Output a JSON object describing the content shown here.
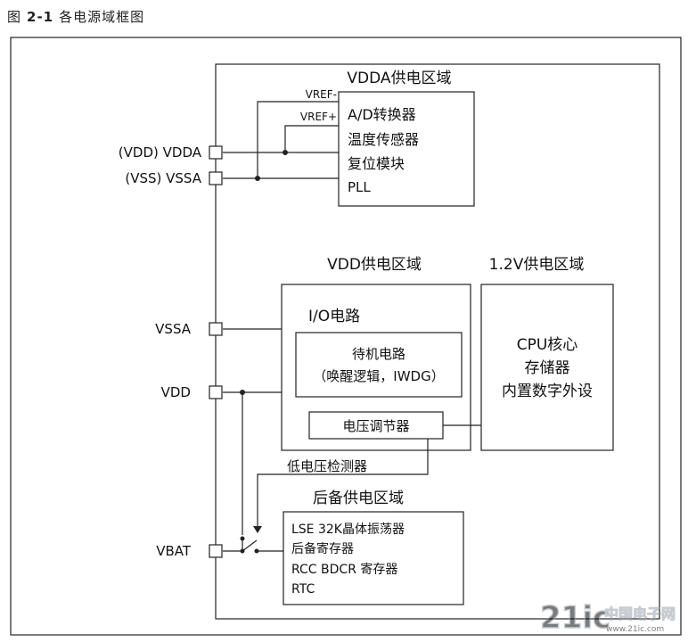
{
  "caption": {
    "figure": "图",
    "number": "2-1",
    "title": "各电源域框图"
  },
  "vdda_domain": {
    "title": "VDDA供电区域",
    "vref_minus": "VREF-",
    "vref_plus": "VREF+",
    "items": [
      "A/D转换器",
      "温度传感器",
      "复位模块",
      "PLL"
    ]
  },
  "vdd_domain": {
    "title": "VDD供电区域",
    "io_label": "I/O电路",
    "standby_line1": "待机电路",
    "standby_line2": "（唤醒逻辑，IWDG）",
    "regulator": "电压调节器"
  },
  "core_domain": {
    "title": "1.2V供电区域",
    "items": [
      "CPU核心",
      "存储器",
      "内置数字外设"
    ]
  },
  "low_voltage_detector": "低电压检测器",
  "backup_domain": {
    "title": "后备供电区域",
    "items": [
      "LSE 32K晶体振荡器",
      "后备寄存器",
      "RCC BDCR 寄存器",
      "RTC"
    ]
  },
  "pins": {
    "vdda": "(VDD) VDDA",
    "vssa_top": "(VSS) VSSA",
    "vssa": "VSSA",
    "vdd": "VDD",
    "vbat": "VBAT"
  },
  "watermark": {
    "main": "21ic",
    "cn": "中国电子网",
    "url": "www.21ic.com"
  }
}
